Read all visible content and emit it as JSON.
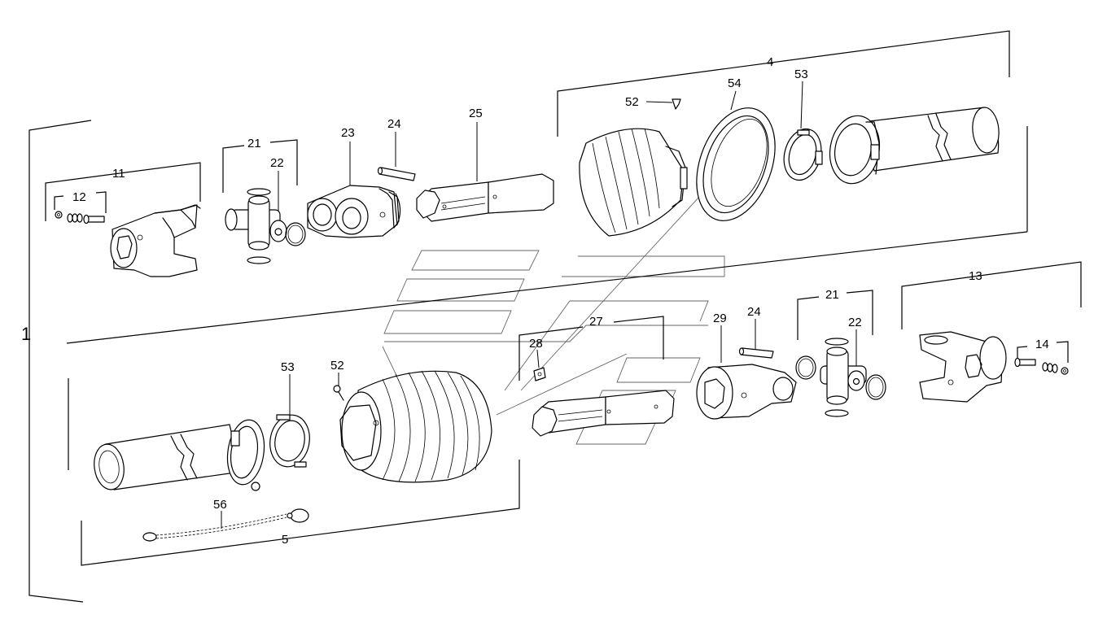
{
  "labels": {
    "l1": "1",
    "l4": "4",
    "l5": "5",
    "l11": "11",
    "l12": "12",
    "l13": "13",
    "l14": "14",
    "l21a": "21",
    "l21b": "21",
    "l22a": "22",
    "l22b": "22",
    "l23": "23",
    "l24a": "24",
    "l24b": "24",
    "l25": "25",
    "l27": "27",
    "l28": "28",
    "l29": "29",
    "l52a": "52",
    "l52b": "52",
    "l53a": "53",
    "l53b": "53",
    "l54": "54",
    "l56": "56"
  },
  "colors": {
    "line": "#000000",
    "background": "#ffffff",
    "watermark": "#666666"
  }
}
